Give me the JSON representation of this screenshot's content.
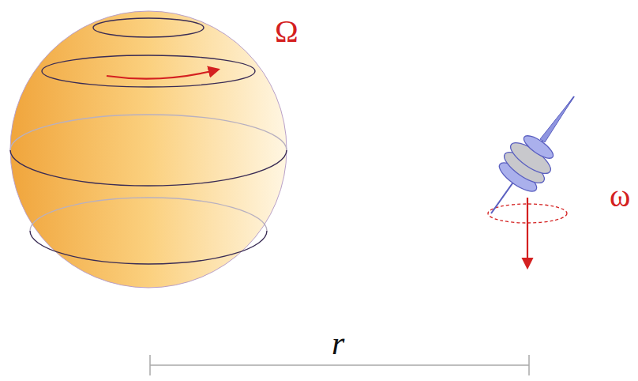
{
  "diagram": {
    "labels": [
      "Ω",
      "ω",
      "r"
    ]
  }
}
